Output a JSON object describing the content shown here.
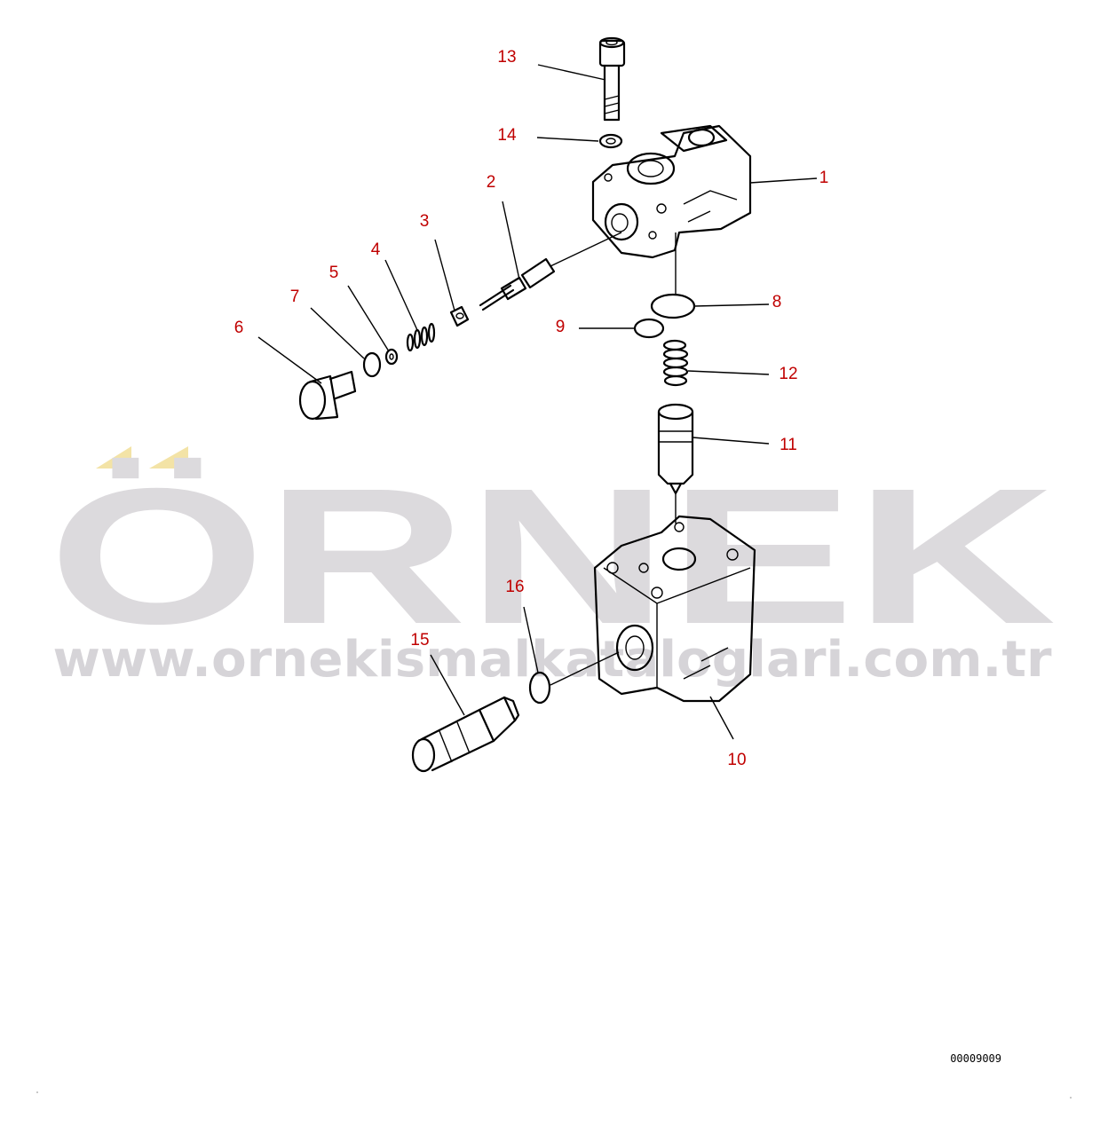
{
  "watermark": {
    "brand": "ÖRNEK",
    "url": "www.ornekismalkataloglari.com.tr",
    "accent_color": "#f3e3a6",
    "text_color": "#dcdadd"
  },
  "callouts": {
    "c1": "1",
    "c2": "2",
    "c3": "3",
    "c4": "4",
    "c5": "5",
    "c6": "6",
    "c7": "7",
    "c8": "8",
    "c9": "9",
    "c10": "10",
    "c11": "11",
    "c12": "12",
    "c13": "13",
    "c14": "14",
    "c15": "15",
    "c16": "16"
  },
  "callout_color": "#c00000",
  "drawing_code": "00009009"
}
